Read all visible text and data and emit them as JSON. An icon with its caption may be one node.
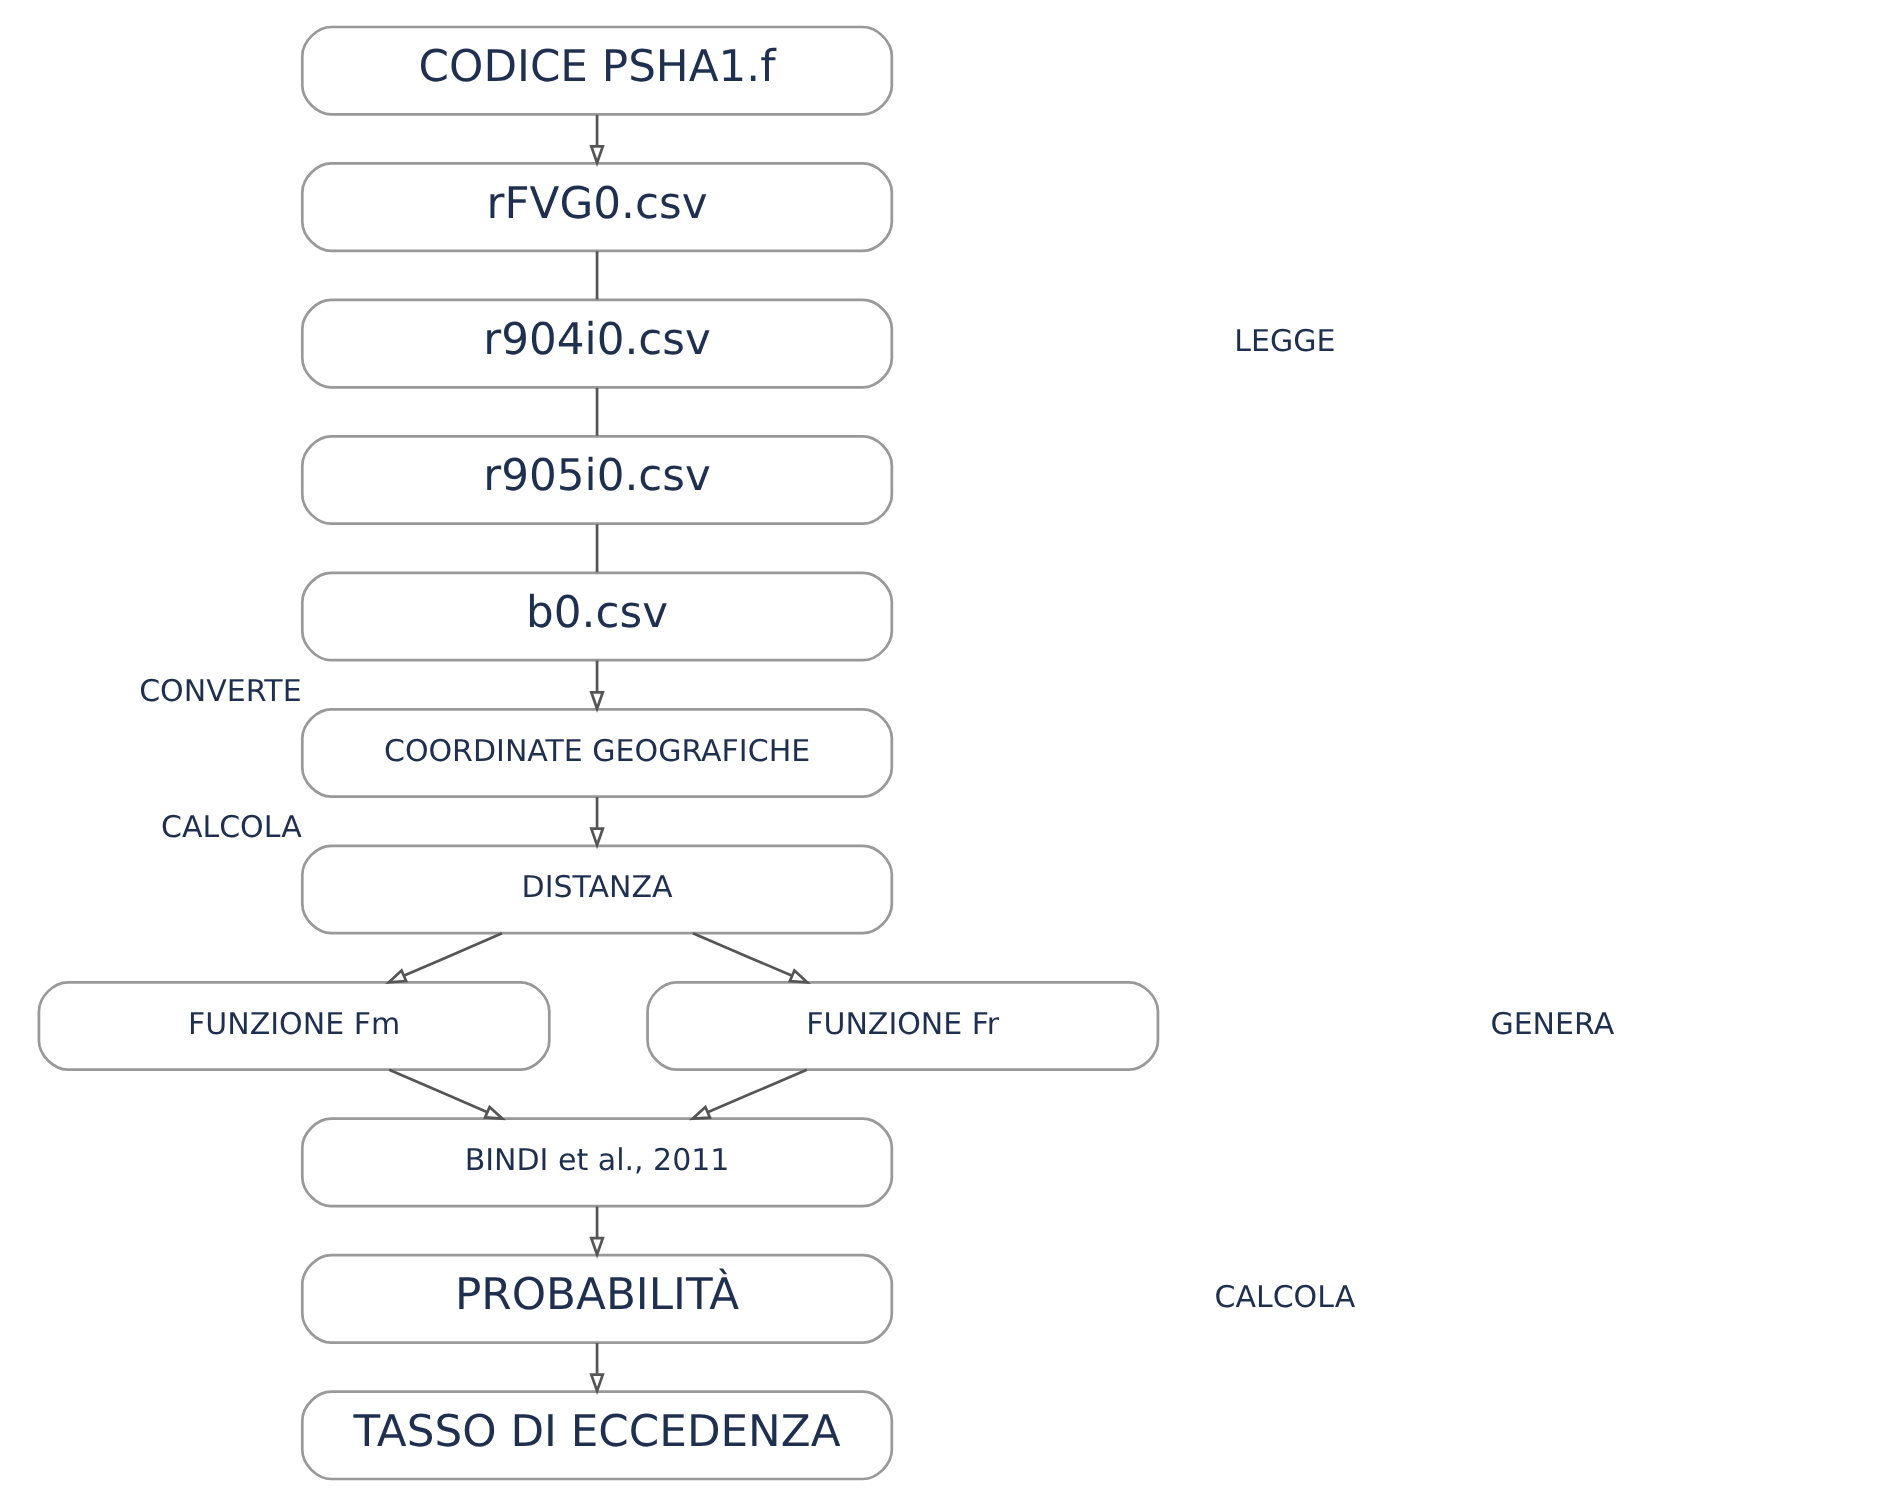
{
  "diagram": {
    "nodes": [
      {
        "text": [
          "CODICE PSHA1.f"
        ]
      },
      {
        "text": [
          "rFVG0.csv"
        ]
      },
      {
        "text": [
          "r904i0.csv"
        ]
      },
      {
        "text": [
          "r905i0.csv"
        ]
      },
      {
        "text": [
          "b0.csv"
        ]
      },
      {
        "text": [
          "COORDINATE GEOGRAFICHE"
        ],
        "beside": [
          "CONVERTE"
        ]
      },
      {
        "text": [
          "DISTANZA"
        ],
        "beside": [
          "CALCOLA"
        ]
      },
      {
        "text": [
          "FUNZIONE Fm"
        ]
      },
      {
        "text": [
          "FUNZIONE Fr"
        ]
      },
      {
        "text": [
          "BINDI et al., 2011"
        ]
      },
      {
        "text": [
          "PROBABILITÀ"
        ]
      },
      {
        "text": [
          "TASSO DI ECCEDENZA"
        ]
      }
    ],
    "edges": [
      {
        "from": 0,
        "to": 1,
        "arrow": "to"
      },
      {
        "from": 1,
        "to": 2,
        "arrow": "none"
      },
      {
        "from": 2,
        "to": 3,
        "arrow": "none"
      },
      {
        "from": 3,
        "to": 4,
        "arrow": "none"
      },
      {
        "from": 4,
        "to": 5,
        "arrow": "to"
      },
      {
        "from": 5,
        "to": 6,
        "arrow": "to"
      },
      {
        "from": 6,
        "to": 7,
        "arrow": "to"
      },
      {
        "from": 6,
        "to": 8,
        "arrow": "to"
      },
      {
        "from": 7,
        "to": 9,
        "arrow": "to"
      },
      {
        "from": 8,
        "to": 9,
        "arrow": "to"
      },
      {
        "from": 9,
        "to": 10,
        "arrow": "to"
      },
      {
        "from": 10,
        "to": 11,
        "arrow": "to"
      }
    ],
    "labels": [
      "LEGGE",
      "GENERA",
      "CALCOLA"
    ]
  }
}
